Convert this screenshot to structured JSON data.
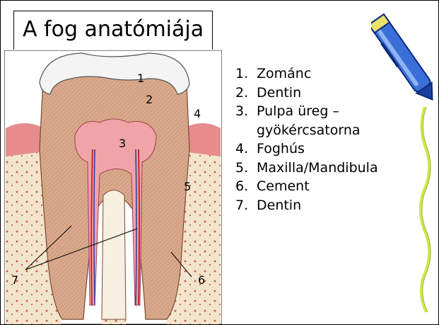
{
  "slide": {
    "title": "A fog anatómiája",
    "items": [
      {
        "number": "1.",
        "text": "Zománc"
      },
      {
        "number": "2.",
        "text": "Dentin"
      },
      {
        "number": "3.",
        "text": "Pulpa üreg –",
        "continuation": "gyökércsatorna"
      },
      {
        "number": "4.",
        "text": "Foghús"
      },
      {
        "number": "5.",
        "text": "Maxilla/Mandibula"
      },
      {
        "number": "6.",
        "text": "Cement"
      },
      {
        "number": "7.",
        "text": "Dentin"
      }
    ]
  },
  "figure": {
    "labels": [
      "1",
      "2",
      "3",
      "4",
      "5",
      "6",
      "7"
    ]
  },
  "colors": {
    "enamel": "#f4f4f4",
    "dentin": "#d9a98b",
    "pulp": "#f0a4a8",
    "gum": "#e78b8d",
    "bone": "#f3e4cc",
    "pen_blue": "#3a6fd8",
    "ribbon": "#c9e84b"
  }
}
